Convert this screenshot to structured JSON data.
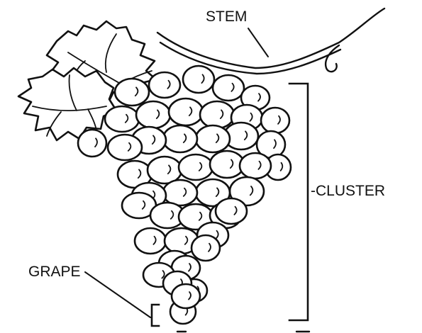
{
  "labels": {
    "stem": "STEM",
    "cluster": "-CLUSTER",
    "grape": "GRAPE"
  },
  "colors": {
    "ink": "#111111",
    "background": "#ffffff"
  }
}
